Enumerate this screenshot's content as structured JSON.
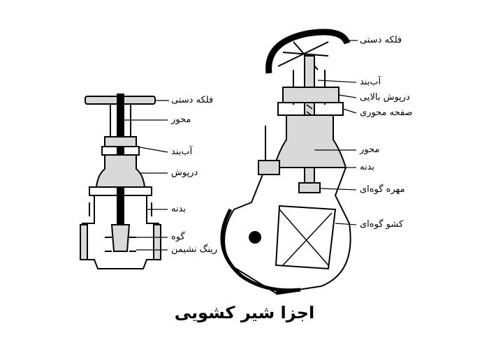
{
  "title": "اجزا شیر کشویی",
  "left_valve": {
    "labels": {
      "handwheel": "فلکه دستی",
      "stem": "محور",
      "packing": "آب‌بند",
      "bonnet": "درپوش",
      "body": "بدنه",
      "wedge": "گوه",
      "seat_ring": "رینگ نشیمن"
    }
  },
  "right_valve": {
    "labels": {
      "handwheel": "فلکه دستی",
      "packing": "آب‌بند",
      "top_cover": "درپوش بالایی",
      "stem_plate": "صفحه محوری",
      "stem": "محور",
      "body": "بدنه",
      "wedge_nut": "مهره گوه‌ای",
      "wedge_gate": "کشو گوه‌ای"
    }
  },
  "colors": {
    "ink": "#000000",
    "paper": "#ffffff",
    "fill": "#d9d9d9"
  }
}
